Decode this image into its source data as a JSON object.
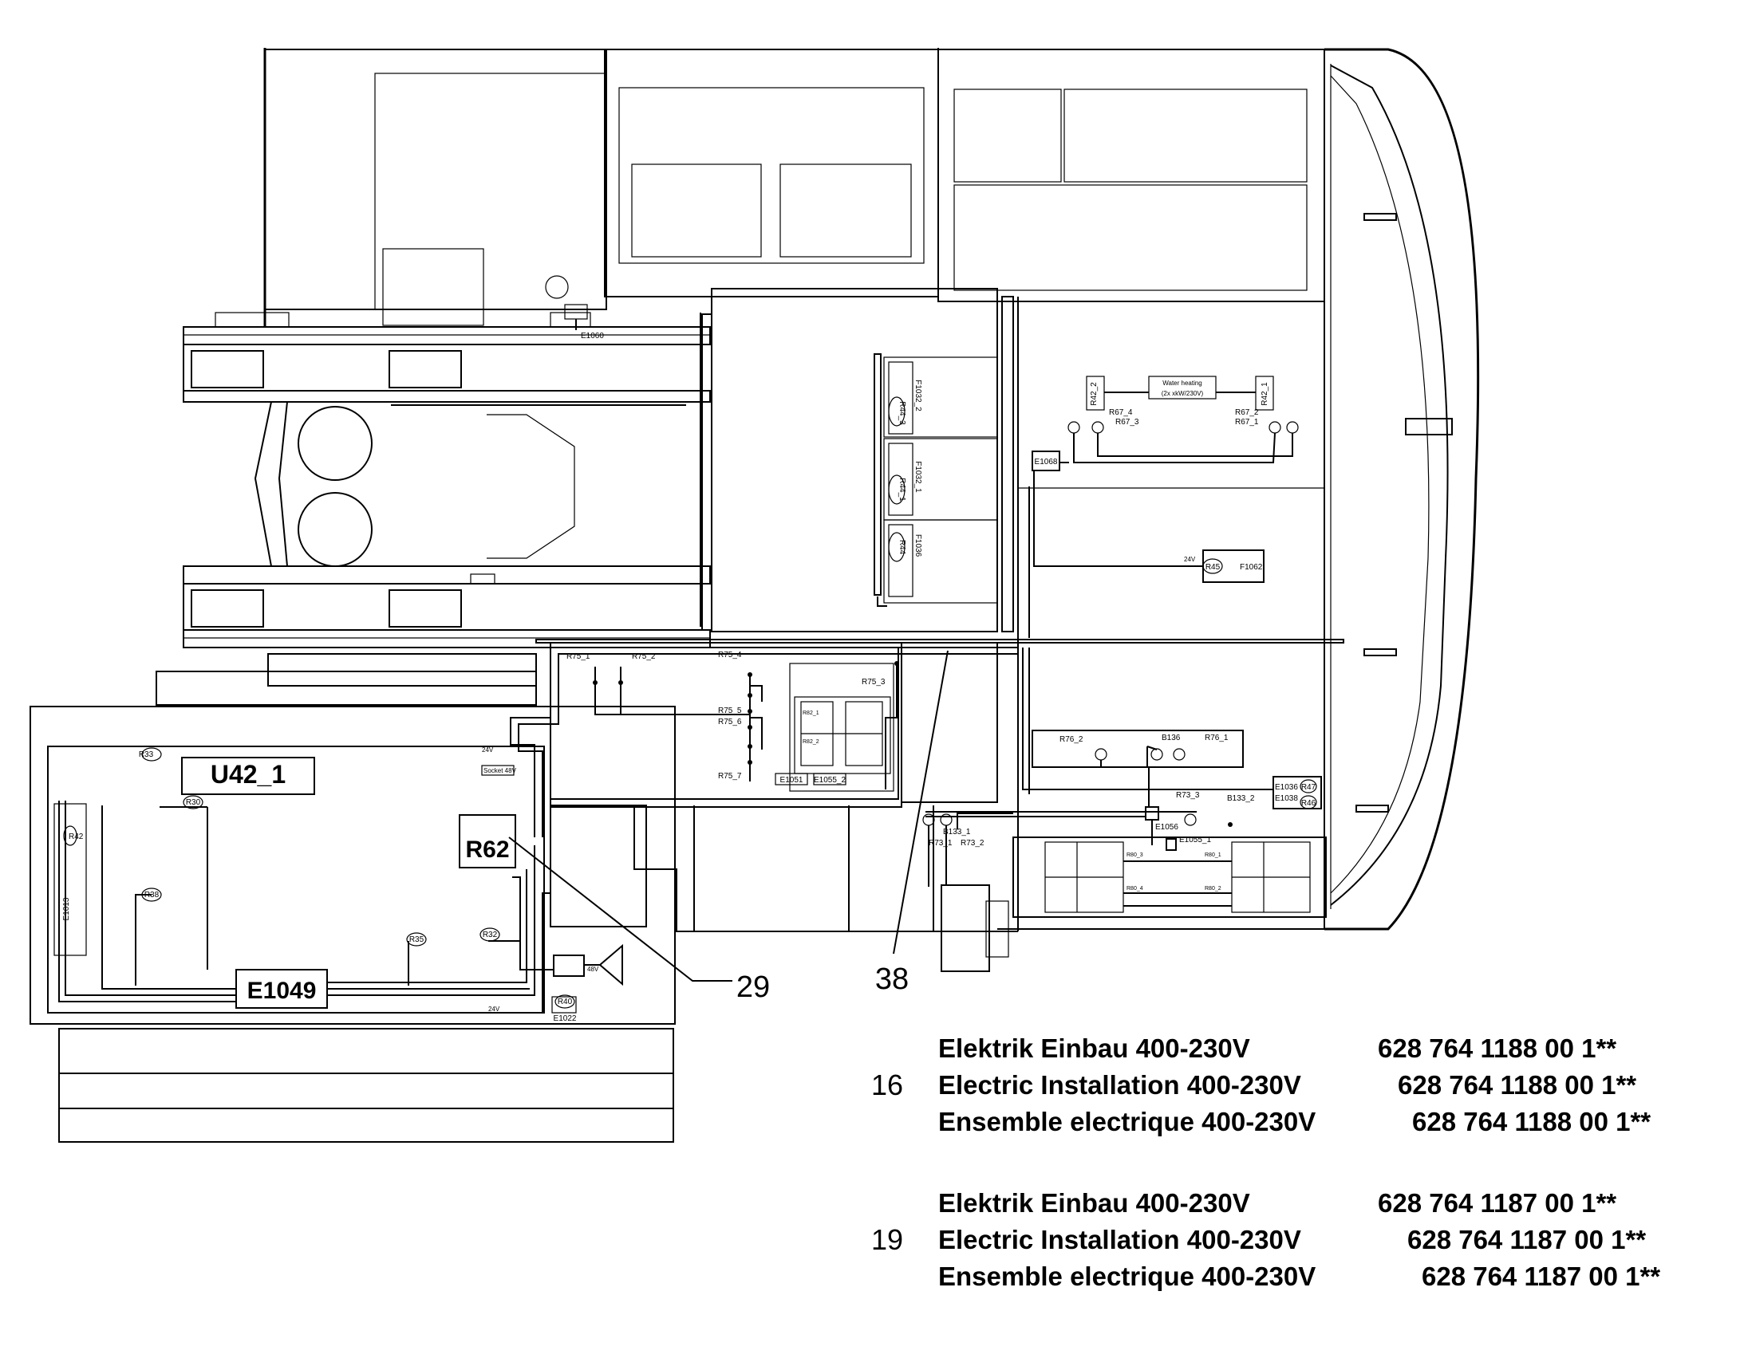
{
  "labels": {
    "big": {
      "u42": "U42_1",
      "r62": "R62",
      "e1049": "E1049"
    },
    "callouts": {
      "c29": "29",
      "c38": "38"
    },
    "small": {
      "e1060": "E1060",
      "r33": "R33",
      "r30": "R30",
      "r38": "R38",
      "r35": "R35",
      "r32": "R32",
      "r42": "R42",
      "e1013": "E1013",
      "r40": "R40",
      "e1022": "E1022",
      "socket": "Socket 48V",
      "v24a": "24V",
      "v24b": "24V",
      "v24c": "24V",
      "v48": "48V",
      "r75_1": "R75_1",
      "r75_2": "R75_2",
      "r75_3": "R75_3",
      "r75_4": "R75_4",
      "r75_5": "R75_5",
      "r75_6": "R75_6",
      "r75_7": "R75_7",
      "e1051": "E1051",
      "e1055_2": "E1055_2",
      "r44_3": "R44_3",
      "f1032_2": "F1032_2",
      "r44_1": "R44_1",
      "f1032_1": "F1032_1",
      "r44": "R44",
      "f1036": "F1036",
      "r42_2": "R42_2",
      "r42_1": "R42_1",
      "water": "Water heating",
      "water2": "(2x xkW/230V)",
      "r67_4": "R67_4",
      "r67_3": "R67_3",
      "r67_2": "R67_2",
      "r67_1": "R67_1",
      "e1068": "E1068",
      "r45": "R45",
      "f1062": "F1062",
      "r76_2": "R76_2",
      "b136": "B136",
      "r76_1": "R76_1",
      "e1036": "E1036",
      "e1038": "E1038",
      "r47": "R47",
      "r46": "R46",
      "r73_3": "R73_3",
      "b133_2": "B133_2",
      "e1056": "E1056",
      "r73_1": "R73_1",
      "r73_2": "R73_2",
      "b133": "B133_1",
      "e1055_1": "E1055_1",
      "r80_3": "R80_3",
      "r80_4": "R80_4",
      "r80_1": "R80_1",
      "r80_2": "R80_2",
      "r82_1": "R82_1",
      "r82_2": "R82_2"
    }
  },
  "legend": {
    "groups": [
      {
        "number": "16",
        "lines": [
          {
            "text": "Elektrik Einbau 400-230V",
            "code": "628 764 1188 00 1**"
          },
          {
            "text": "Electric Installation 400-230V",
            "code": "628 764 1188 00 1**"
          },
          {
            "text": "Ensemble electrique 400-230V",
            "code": "628 764 1188 00 1**"
          }
        ]
      },
      {
        "number": "19",
        "lines": [
          {
            "text": "Elektrik Einbau 400-230V",
            "code": "628 764 1187 00 1**"
          },
          {
            "text": "Electric Installation 400-230V",
            "code": "628 764 1187 00 1**"
          },
          {
            "text": "Ensemble electrique 400-230V",
            "code": "628 764 1187 00 1**"
          }
        ]
      }
    ]
  }
}
